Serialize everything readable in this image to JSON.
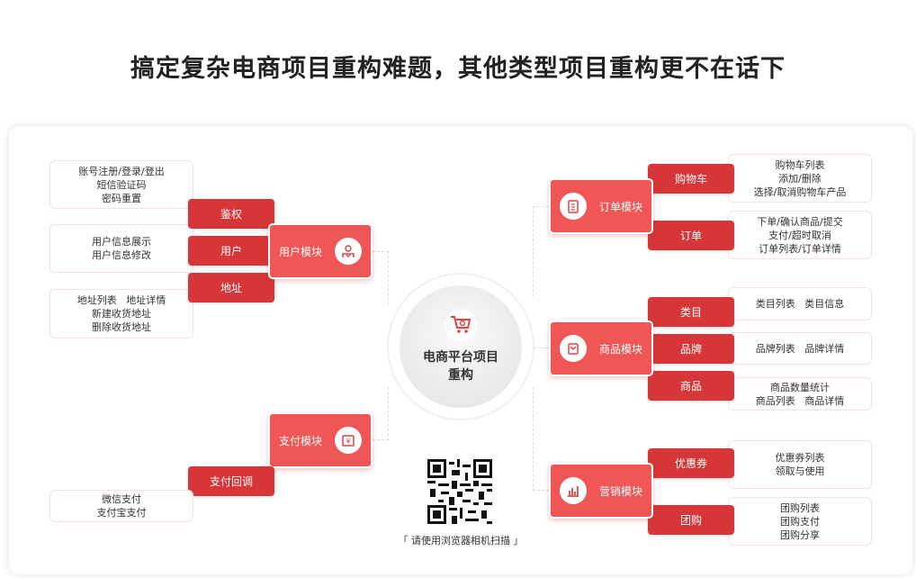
{
  "title": "搞定复杂电商项目重构难题，其他类型项目重构更不在话下",
  "center": {
    "line1": "电商平台项目",
    "line2": "重构"
  },
  "qr_caption": "「 请使用浏览器相机扫描 」",
  "modules": {
    "user": {
      "label": "用户模块",
      "subs": [
        "鉴权",
        "用户",
        "地址"
      ],
      "leaves": [
        [
          "账号注册/登录/登出",
          "短信验证码",
          "密码重置"
        ],
        [
          "用户信息展示",
          "用户信息修改"
        ],
        [
          "地址列表   地址详情",
          "新建收货地址",
          "删除收货地址"
        ]
      ]
    },
    "pay": {
      "label": "支付模块",
      "subs": [
        "支付回调"
      ],
      "leaves": [
        [
          "微信支付",
          "支付宝支付"
        ]
      ]
    },
    "order": {
      "label": "订单模块",
      "subs": [
        "购物车",
        "订单"
      ],
      "leaves": [
        [
          "购物车列表",
          "添加/删除",
          "选择/取消购物车产品"
        ],
        [
          "下单/确认商品/提交",
          "支付/超时取消",
          "订单列表/订单详情"
        ]
      ]
    },
    "goods": {
      "label": "商品模块",
      "subs": [
        "类目",
        "品牌",
        "商品"
      ],
      "leaves": [
        [
          "类目列表   类目信息"
        ],
        [
          "品牌列表   品牌详情"
        ],
        [
          "商品数量统计",
          "商品列表   商品详情"
        ]
      ]
    },
    "market": {
      "label": "营销模块",
      "subs": [
        "优惠券",
        "团购"
      ],
      "leaves": [
        [
          "优惠券列表",
          "领取与使用"
        ],
        [
          "团购列表",
          "团购支付",
          "团购分享"
        ]
      ]
    }
  },
  "colors": {
    "primary": "#f05656",
    "dark": "#d63638"
  }
}
